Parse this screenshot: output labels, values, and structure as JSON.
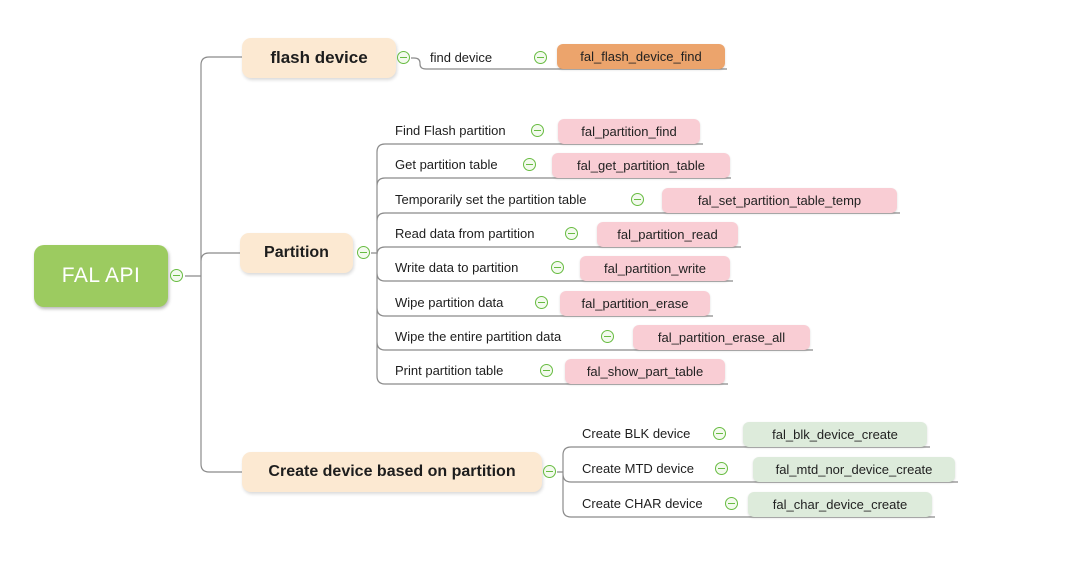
{
  "colors": {
    "root_bg": "#9CCB60",
    "topic_bg": "#FCE9D2",
    "func_orange": "#ECA46C",
    "func_pink": "#F9CDD4",
    "func_green": "#DDEBDB",
    "line": "#8B8B8B",
    "collapse_icon_green": "#68BC42"
  },
  "icons": {
    "collapse": "minus-collapse-icon"
  },
  "root": {
    "label": "FAL API"
  },
  "branches": [
    {
      "label": "flash device",
      "children": [
        {
          "label": "find device",
          "func": "fal_flash_device_find"
        }
      ]
    },
    {
      "label": "Partition",
      "children": [
        {
          "label": "Find Flash partition",
          "func": "fal_partition_find"
        },
        {
          "label": "Get partition table",
          "func": "fal_get_partition_table"
        },
        {
          "label": "Temporarily set the partition table",
          "func": "fal_set_partition_table_temp"
        },
        {
          "label": "Read data from partition",
          "func": "fal_partition_read"
        },
        {
          "label": "Write data to partition",
          "func": "fal_partition_write"
        },
        {
          "label": "Wipe partition data",
          "func": "fal_partition_erase"
        },
        {
          "label": "Wipe the entire partition data",
          "func": "fal_partition_erase_all"
        },
        {
          "label": "Print partition table",
          "func": "fal_show_part_table"
        }
      ]
    },
    {
      "label": "Create device based on partition",
      "children": [
        {
          "label": "Create BLK device",
          "func": "fal_blk_device_create"
        },
        {
          "label": "Create MTD device",
          "func": "fal_mtd_nor_device_create"
        },
        {
          "label": "Create CHAR device",
          "func": "fal_char_device_create"
        }
      ]
    }
  ]
}
